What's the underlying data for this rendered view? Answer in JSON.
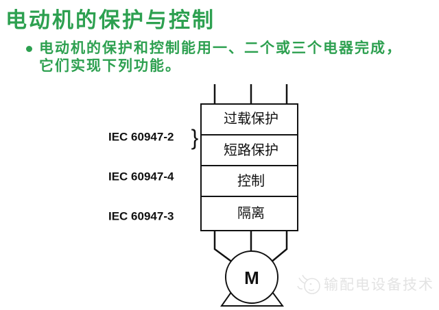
{
  "page": {
    "title": "电动机的保护与控制",
    "bullet": {
      "line1": "电动机的保护和控制能用一、二个或三个电器完成，",
      "line2": "它们实现下列功能。"
    }
  },
  "colors": {
    "accent_green": "#2da050",
    "line_black": "#111111",
    "watermark_gray": "#e3e3e3"
  },
  "diagram": {
    "standards": [
      {
        "label": "IEC 60947-2"
      },
      {
        "label": "IEC 60947-4"
      },
      {
        "label": "IEC 60947-3"
      }
    ],
    "brace": "}",
    "functions": [
      "过载保护",
      "短路保护",
      "控制",
      "隔离"
    ],
    "motor_label": "M"
  },
  "watermark": {
    "logo": "bird-logo-icon",
    "text": "输配电设备技术"
  }
}
